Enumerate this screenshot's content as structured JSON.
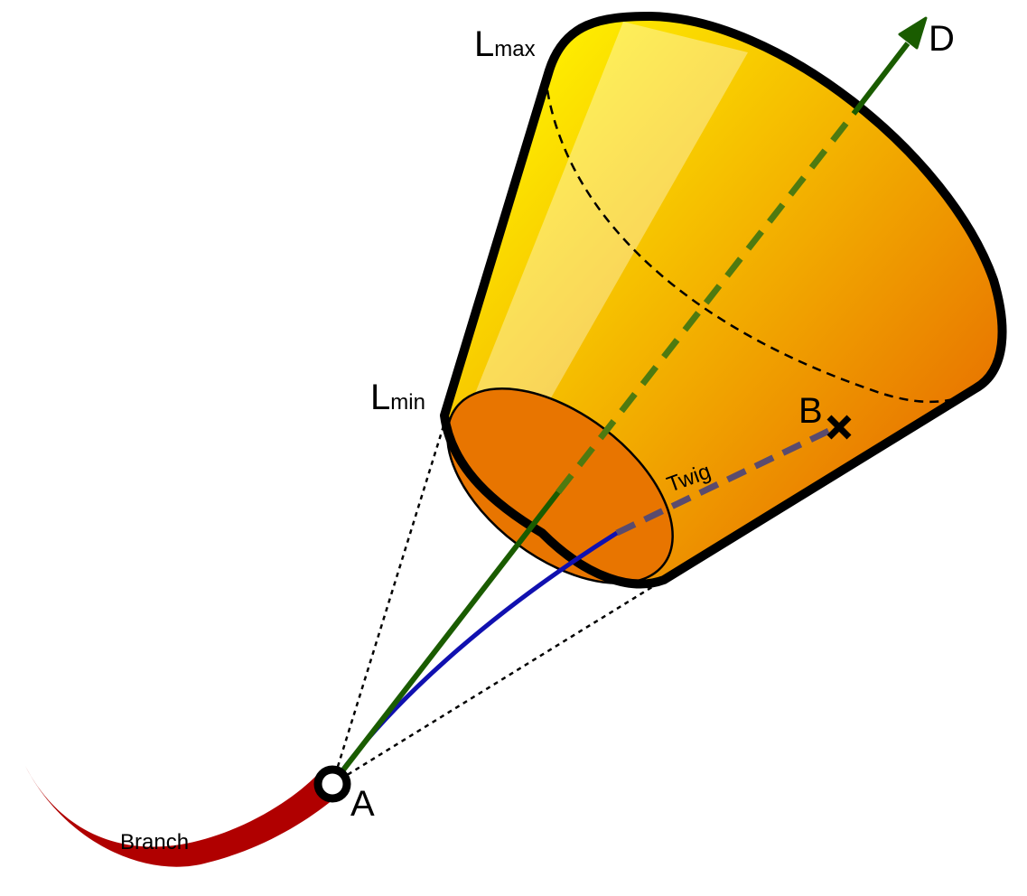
{
  "labels": {
    "lmax": {
      "main": "L",
      "sub": "max"
    },
    "lmin": {
      "main": "L",
      "sub": "min"
    },
    "d": "D",
    "a": "A",
    "b": "B",
    "twig": "Twig",
    "branch": "Branch"
  },
  "colors": {
    "cone_yellow": "#FFF200",
    "cone_orange": "#F5A300",
    "cone_dark_orange": "#E66A00",
    "base_fill": "#E87500",
    "highlight": "#FFFFFF",
    "outline": "#000000",
    "axis_green": "#1A5C00",
    "twig_blue": "#1010B0",
    "twig_dashed": "#5A4B6E",
    "branch_red": "#B00000"
  }
}
